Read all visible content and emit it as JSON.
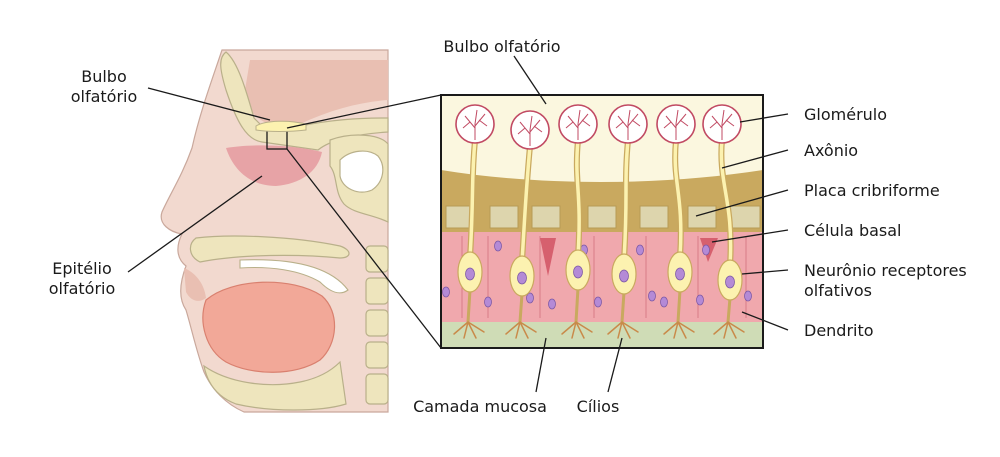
{
  "labels": {
    "bulbo_left_line1": "Bulbo",
    "bulbo_left_line2": "olfatório",
    "epitelio_line1": "Epitélio",
    "epitelio_line2": "olfatório",
    "bulbo_top": "Bulbo olfatório",
    "glomerulo": "Glomérulo",
    "axonio": "Axônio",
    "placa": "Placa cribriforme",
    "celula_basal": "Célula basal",
    "neuronio_line1": "Neurônio receptores",
    "neuronio_line2": "olfativos",
    "dendrito": "Dendrito",
    "camada_mucosa": "Camada mucosa",
    "cilios": "Cílios"
  },
  "colors": {
    "skin": "#f2d9cf",
    "skin_dark": "#e9bfb2",
    "bone": "#eee5bd",
    "bone_outline": "#b9b08a",
    "nasal_region": "#e7a3a6",
    "tongue": "#f2a898",
    "bulb_layer": "#fbf7df",
    "plate": "#c9a95f",
    "plate_block": "#ddd5ad",
    "epithelium": "#f0a8ad",
    "mucus": "#cfdcb6",
    "neuron": "#fcf2b0",
    "nucleus": "#b48ad6",
    "glomerulus_outline": "#c14a63"
  }
}
